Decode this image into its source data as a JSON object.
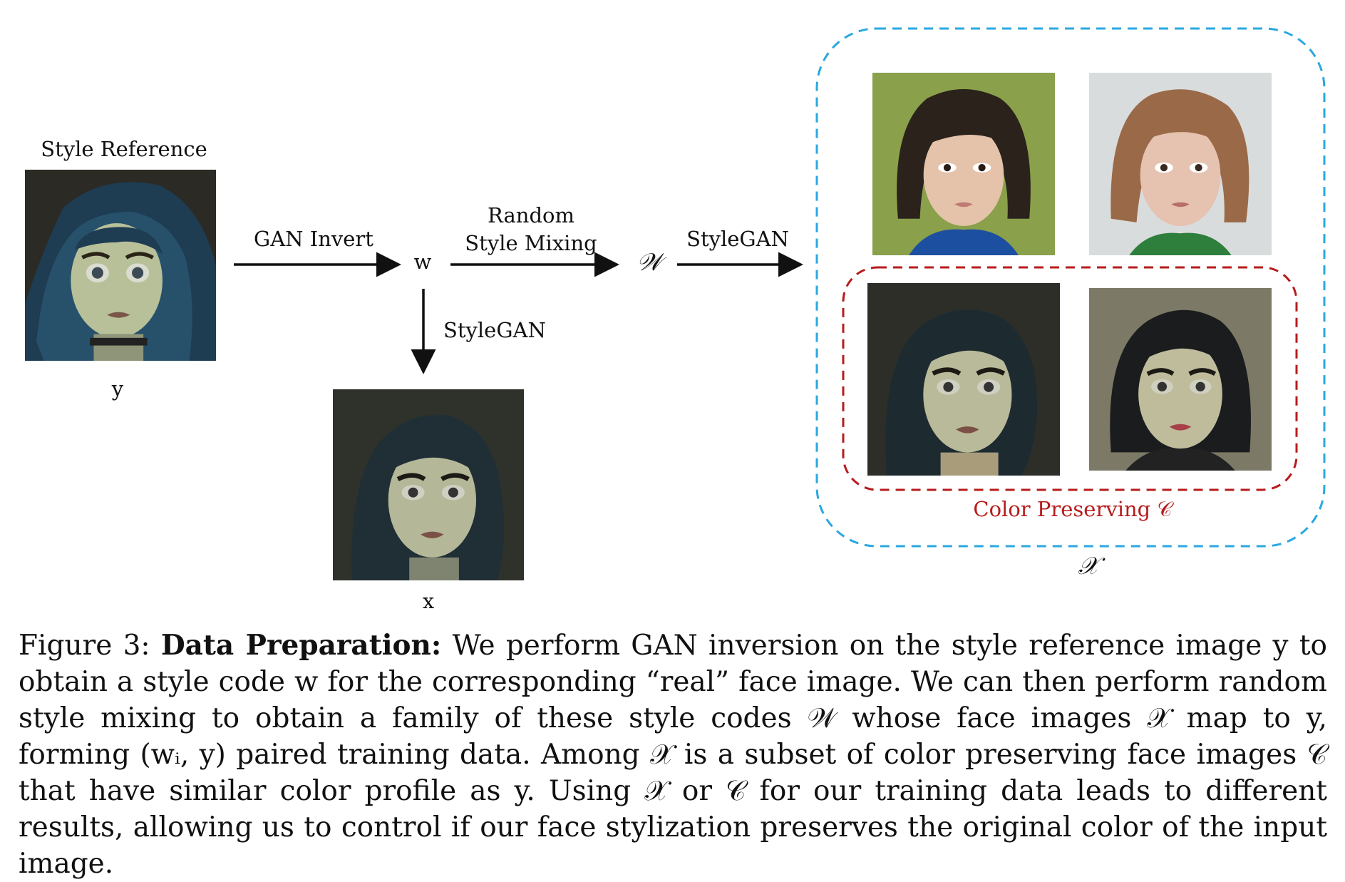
{
  "figure": {
    "style_reference_label": "Style Reference",
    "y_label": "y",
    "x_label": "x",
    "w_label": "w",
    "W_label": "𝒲",
    "X_label": "𝒳",
    "gan_invert_label": "GAN Invert",
    "random_label": "Random",
    "style_mixing_label": "Style Mixing",
    "stylegan_right_label": "StyleGAN",
    "stylegan_down_label": "StyleGAN",
    "color_preserving_label": "Color Preserving 𝒞",
    "colors": {
      "blue_dashed": "#2aa8e0",
      "red_dashed": "#b71c1c",
      "arrow": "#111111"
    },
    "images": [
      {
        "name": "style-reference-image",
        "description": "stylized face, blue hair"
      },
      {
        "name": "gan-inverted-face-image",
        "description": "realistic face, dark teal hair"
      },
      {
        "name": "family-face-green-bg"
      },
      {
        "name": "family-face-white-bg"
      },
      {
        "name": "color-preserving-face-1"
      },
      {
        "name": "color-preserving-face-2"
      }
    ]
  },
  "caption": {
    "prefix": "Figure 3: ",
    "bold_title": "Data Preparation:",
    "body": " We perform GAN inversion on the style reference image y to obtain a style code w for the corresponding “real” face image. We can then perform random style mixing to obtain a family of these style codes 𝒲 whose face images 𝒳 map to y, forming (wᵢ, y) paired training data. Among 𝒳 is a subset of color preserving face images 𝒞 that have similar color profile as y. Using 𝒳 or 𝒞 for our training data leads to different results, allowing us to control if our face stylization preserves the original color of the input image."
  }
}
